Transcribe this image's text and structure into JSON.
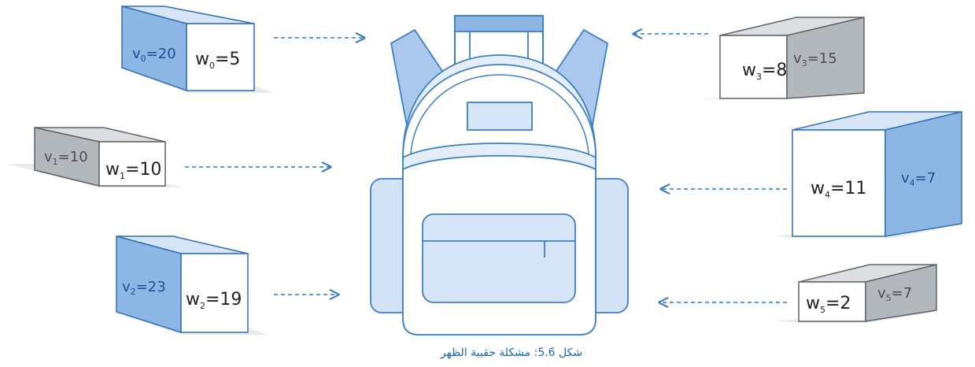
{
  "caption": "شكل 5.6: مشكلة حقيبة الظهر",
  "colors": {
    "blue_dark": "#8cb6e4",
    "blue_light": "#d6e6f7",
    "gray_dark": "#b3b8bd",
    "gray_light": "#dcdfe2",
    "outline_blue": "#2f6fb8",
    "outline_gray": "#5f6368",
    "arrow": "#2f78c4",
    "bag_fill": "#e3eefa",
    "bag_stroke": "#3b80c8"
  },
  "items": [
    {
      "id": "0",
      "w_label": "w",
      "w_sub": "0",
      "w_value": "=5",
      "v_label": "v",
      "v_sub": "0",
      "v_value": "=20",
      "color": "blue",
      "side": "left"
    },
    {
      "id": "1",
      "w_label": "w",
      "w_sub": "1",
      "w_value": "=10",
      "v_label": "v",
      "v_sub": "1",
      "v_value": "=10",
      "color": "gray",
      "side": "left"
    },
    {
      "id": "2",
      "w_label": "w",
      "w_sub": "2",
      "w_value": "=19",
      "v_label": "v",
      "v_sub": "2",
      "v_value": "=23",
      "color": "blue",
      "side": "left"
    },
    {
      "id": "3",
      "w_label": "w",
      "w_sub": "3",
      "w_value": "=8",
      "v_label": "v",
      "v_sub": "3",
      "v_value": "=15",
      "color": "gray",
      "side": "right"
    },
    {
      "id": "4",
      "w_label": "w",
      "w_sub": "4",
      "w_value": "=11",
      "v_label": "v",
      "v_sub": "4",
      "v_value": "=7",
      "color": "blue",
      "side": "right"
    },
    {
      "id": "5",
      "w_label": "w",
      "w_sub": "5",
      "w_value": "=2",
      "v_label": "v",
      "v_sub": "5",
      "v_value": "=7",
      "color": "gray",
      "side": "right"
    }
  ]
}
